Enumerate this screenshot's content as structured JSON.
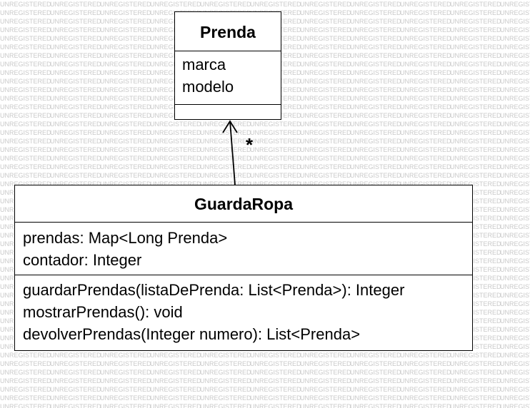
{
  "watermark_text": "UNREGISTERED",
  "classes": {
    "prenda": {
      "name": "Prenda",
      "attributes": [
        "marca",
        "modelo"
      ],
      "operations": []
    },
    "guardaropa": {
      "name": "GuardaRopa",
      "attributes": [
        "prendas: Map<Long Prenda>",
        "contador: Integer"
      ],
      "operations": [
        "guardarPrendas(listaDePrenda: List<Prenda>): Integer",
        "mostrarPrendas(): void",
        "devolverPrendas(Integer numero): List<Prenda>"
      ]
    }
  },
  "association": {
    "from": "GuardaRopa",
    "to": "Prenda",
    "multiplicity": "*"
  }
}
